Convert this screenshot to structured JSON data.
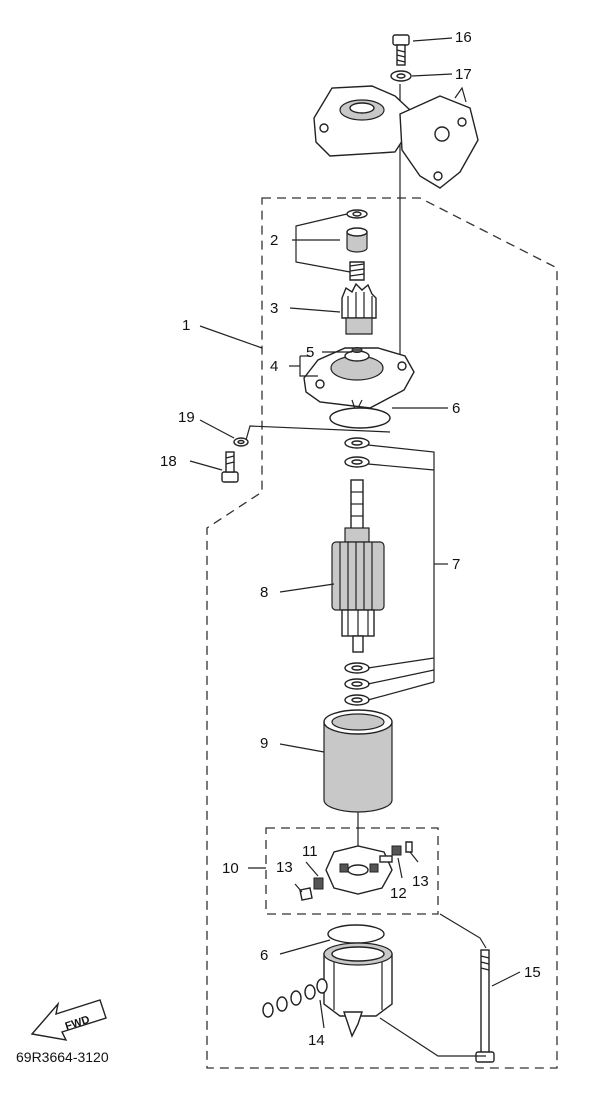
{
  "callouts": [
    {
      "id": "1",
      "text": "1"
    },
    {
      "id": "2",
      "text": "2"
    },
    {
      "id": "3",
      "text": "3"
    },
    {
      "id": "4",
      "text": "4"
    },
    {
      "id": "5",
      "text": "5"
    },
    {
      "id": "6a",
      "text": "6"
    },
    {
      "id": "6b",
      "text": "6"
    },
    {
      "id": "7",
      "text": "7"
    },
    {
      "id": "8",
      "text": "8"
    },
    {
      "id": "9",
      "text": "9"
    },
    {
      "id": "10",
      "text": "10"
    },
    {
      "id": "11",
      "text": "11"
    },
    {
      "id": "12",
      "text": "12"
    },
    {
      "id": "13a",
      "text": "13"
    },
    {
      "id": "13b",
      "text": "13"
    },
    {
      "id": "14",
      "text": "14"
    },
    {
      "id": "15",
      "text": "15"
    },
    {
      "id": "16",
      "text": "16"
    },
    {
      "id": "17",
      "text": "17"
    },
    {
      "id": "18",
      "text": "18"
    },
    {
      "id": "19",
      "text": "19"
    }
  ],
  "fwd_label": "FWD",
  "diagram_code": "69R3664-3120"
}
